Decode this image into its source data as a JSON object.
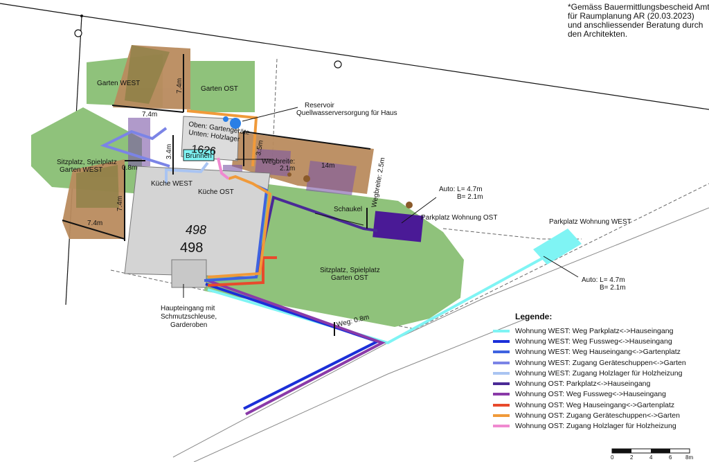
{
  "note": {
    "lines": [
      "*Gemäss Bauermittlungsbescheid Amt",
      "für Raumplanung AR (20.03.2023)",
      "und anschliessender Beratung durch",
      "den Architekten."
    ]
  },
  "labels": {
    "garten_west": "Garten WEST",
    "garten_ost": "Garten OST",
    "reservoir_1": "Reservoir",
    "reservoir_2": "Quellwasserversorgung für Haus",
    "shed_1": "Oben: Gartengeräte",
    "shed_2": "Unten: Holzlager",
    "shed_number": "1626",
    "brunnen": "Brunnen",
    "wegbreite_1": "Wegbreite:",
    "wegbreite_2": "2.1m",
    "sitzplatz_west_1": "Sitzplatz, Spielplatz",
    "sitzplatz_west_2": "Garten WEST",
    "kueche_west": "Küche WEST",
    "kueche_ost": "Küche OST",
    "house_1": "498",
    "house_2": "498",
    "haupteingang_1": "Haupteingang mit",
    "haupteingang_2": "Schmutzschleuse,",
    "haupteingang_3": "Garderoben",
    "schaukel": "Schaukel",
    "wegbreite_diag": "Wegbreite: 2.5m",
    "auto_ost_1": "Auto: L= 4.7m",
    "auto_ost_2": "B= 2.1m",
    "parkplatz_ost": "Parkplatz Wohnung OST",
    "parkplatz_west": "Parkplatz Wohnung WEST",
    "auto_west_1": "Auto: L= 4.7m",
    "auto_west_2": "B= 2.1m",
    "sitzplatz_ost_1": "Sitzplatz, Spielplatz",
    "sitzplatz_ost_2": "Garten OST",
    "weg": "Weg: 0.8m"
  },
  "dimensions": {
    "d1": "7.4m",
    "d2": "7.4m",
    "d3": "3.4m",
    "d4": "0.8m",
    "d5": "7.4m",
    "d6": "7.4m",
    "d7": "3.5m",
    "d8": "14m"
  },
  "legend": {
    "title": "Legende:",
    "items": [
      {
        "label": "Wohnung WEST: Weg Parkplatz<->Hauseingang",
        "color": "#7ff4f4"
      },
      {
        "label": "Wohnung WEST: Weg Fussweg<->Hauseingang",
        "color": "#1a2fd8"
      },
      {
        "label": "Wohnung WEST: Weg Hauseingang<->Gartenplatz",
        "color": "#3f63e0"
      },
      {
        "label": "Wohnung WEST: Zugang Geräteschuppen<->Garten",
        "color": "#7b84e6"
      },
      {
        "label": "Wohnung WEST: Zugang Holzlager für Holzheizung",
        "color": "#a9c4f2"
      },
      {
        "label": "Wohnung OST: Parkplatz<->Hauseingang",
        "color": "#4a2a96"
      },
      {
        "label": "Wohnung OST: Weg Fussweg<->Hauseingang",
        "color": "#8a3aa8"
      },
      {
        "label": "Wohnung OST: Weg Hauseingang<->Gartenplatz",
        "color": "#e84a2c"
      },
      {
        "label": "Wohnung OST: Zugang Geräteschuppen<->Garten",
        "color": "#f09a3a"
      },
      {
        "label": "Wohnung OST: Zugang Holzlager für Holzheizung",
        "color": "#f08ad0"
      }
    ]
  },
  "scale": {
    "ticks": [
      "0",
      "2",
      "4",
      "6",
      "8m"
    ]
  },
  "colors": {
    "green": "#8fc27b",
    "brown": "#b98b5e",
    "purple": "#7b57a6",
    "house": "#d4d4d4",
    "cyan": "#7ff4f4"
  }
}
